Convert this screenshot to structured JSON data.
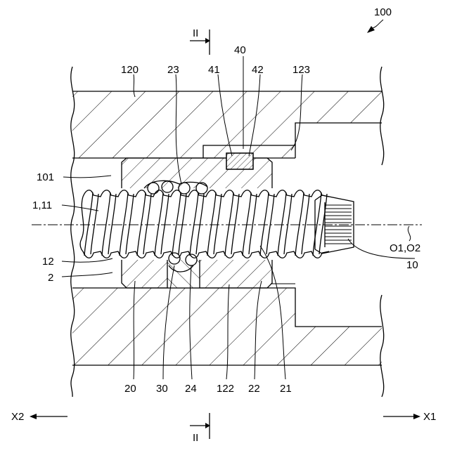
{
  "figure_ref": "100",
  "section_marks": {
    "top": "II",
    "bottom": "II"
  },
  "labels": {
    "l120": "120",
    "l23": "23",
    "l41": "41",
    "l40": "40",
    "l42": "42",
    "l123": "123",
    "l101": "101",
    "l1_11": "1,11",
    "l12": "12",
    "l2": "2",
    "l20": "20",
    "l30": "30",
    "l24": "24",
    "l122": "122",
    "l22": "22",
    "l21": "21",
    "l10": "10",
    "lO1O2": "O1,O2"
  },
  "directions": {
    "left": "X2",
    "right": "X1"
  },
  "colors": {
    "line": "#000000",
    "background": "#ffffff"
  }
}
